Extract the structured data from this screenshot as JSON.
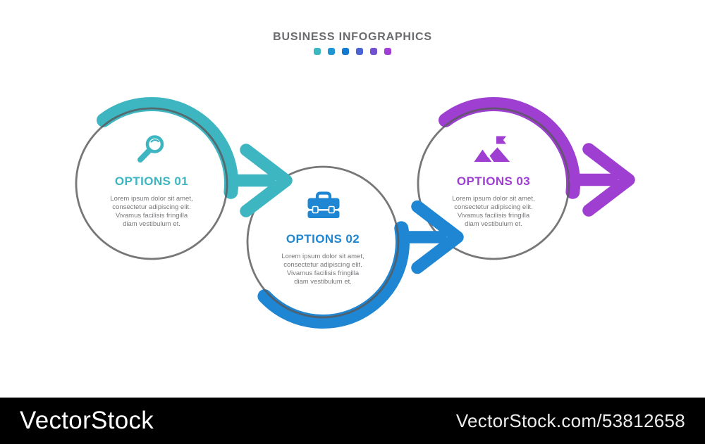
{
  "header": {
    "title": "BUSINESS INFOGRAPHICS",
    "dots": [
      "#3bb7c1",
      "#2095d3",
      "#1479d1",
      "#4a65d3",
      "#7150d2",
      "#a23ed8"
    ]
  },
  "outline_color": "#58595c",
  "steps": [
    {
      "label": "OPTIONS 01",
      "color": "#3eb6c2",
      "icon": "search-icon",
      "lines": [
        "Lorem ipsum dolor sit amet,",
        "consectetur adipiscing elit.",
        "Vivamus facilisis  fringilla",
        "diam vestibulum et."
      ]
    },
    {
      "label": "OPTIONS 02",
      "color": "#1e86d3",
      "icon": "briefcase-icon",
      "lines": [
        "Lorem ipsum dolor sit amet,",
        "consectetur adipiscing elit.",
        "Vivamus facilisis  fringilla",
        "diam vestibulum et."
      ]
    },
    {
      "label": "OPTIONS 03",
      "color": "#9e3fd2",
      "icon": "mountain-flag-icon",
      "lines": [
        "Lorem ipsum dolor sit amet,",
        "consectetur adipiscing elit.",
        "Vivamus facilisis  fringilla",
        "diam vestibulum et."
      ]
    }
  ],
  "watermark": {
    "brand": "VectorStock",
    "credit": "VectorStock.com/53812658",
    "bar_color": "#000000"
  }
}
